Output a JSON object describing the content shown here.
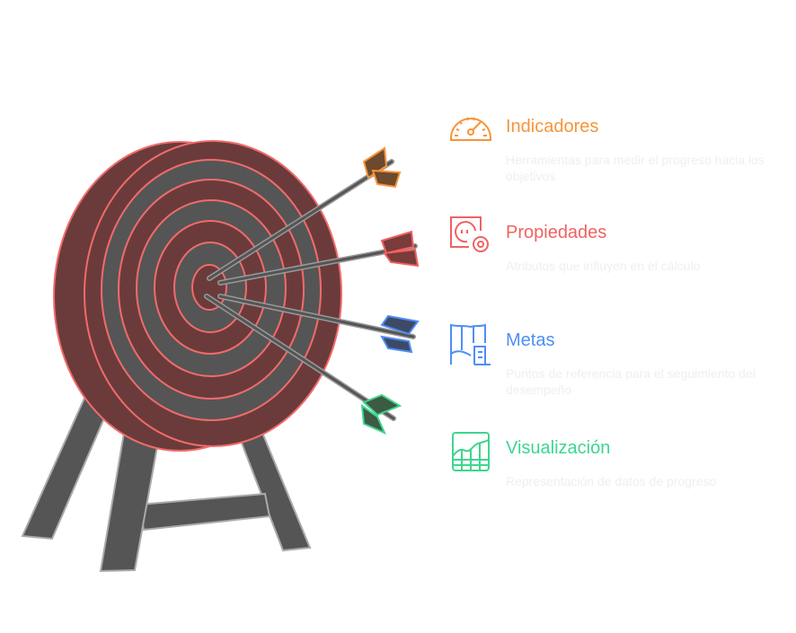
{
  "items": [
    {
      "title": "Indicadores",
      "desc": "Herramientas para medir el progreso hacia los objetivos",
      "color": "#f7943a",
      "icon": "speedometer-icon"
    },
    {
      "title": "Propiedades",
      "desc": "Atributos que influyen en el cálculo",
      "color": "#f06262",
      "icon": "settings-gauge-icon"
    },
    {
      "title": "Metas",
      "desc": "Puntos de referencia para el seguimiento del desempeño",
      "color": "#4f8ef7",
      "icon": "flag-map-icon"
    },
    {
      "title": "Visualización",
      "desc": "Representación de datos de progreso",
      "color": "#3ed68e",
      "icon": "chart-grid-icon"
    }
  ]
}
